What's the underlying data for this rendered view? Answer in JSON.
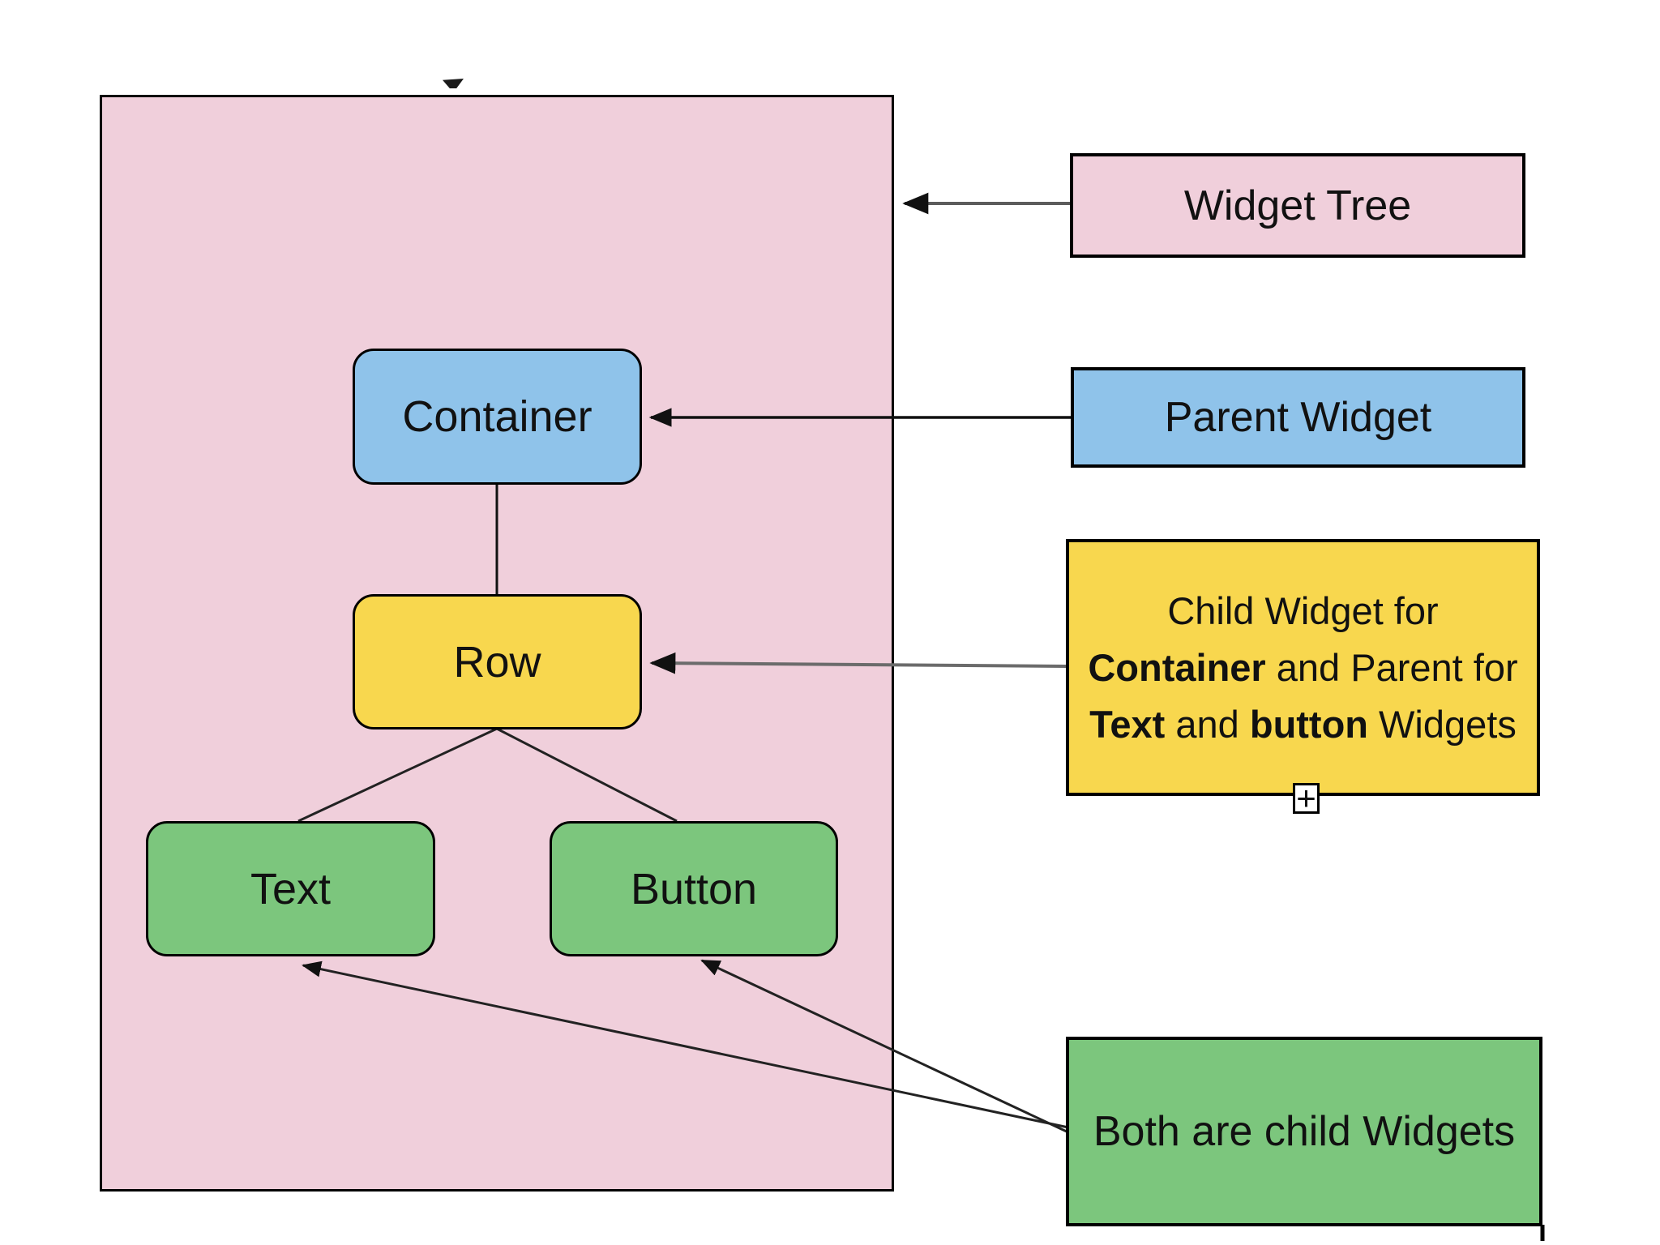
{
  "diagram": {
    "nodes": {
      "container": {
        "label": "Container",
        "fill": "#8FC3EA"
      },
      "row": {
        "label": "Row",
        "fill": "#F8D74E"
      },
      "text": {
        "label": "Text",
        "fill": "#7CC67D"
      },
      "button": {
        "label": "Button",
        "fill": "#7CC67D"
      }
    },
    "legend": {
      "widget_tree": {
        "label": "Widget Tree",
        "fill": "#F0CFDB"
      },
      "parent_widget": {
        "label": "Parent Widget",
        "fill": "#8FC3EA"
      },
      "child_widget": {
        "fill": "#F8D74E",
        "line1": "Child Widget for",
        "line2": [
          {
            "text": "Container",
            "bold": true
          },
          {
            "text": " and Parent for",
            "bold": false
          }
        ],
        "line3": [
          {
            "text": "Text",
            "bold": true
          },
          {
            "text": " and ",
            "bold": false
          },
          {
            "text": "button",
            "bold": true
          },
          {
            "text": " Widgets",
            "bold": false
          }
        ]
      },
      "both_children": {
        "label": "Both are child Widgets",
        "fill": "#7CC67D"
      }
    },
    "expand_handle": {
      "glyph": "+"
    },
    "colors": {
      "panel_pink": "#F0CFDB",
      "node_blue": "#8FC3EA",
      "node_yellow": "#F8D74E",
      "node_green": "#7CC67D",
      "outline": "#000000",
      "connector_gray": "#5c5c5c",
      "connector_black": "#111111"
    }
  }
}
